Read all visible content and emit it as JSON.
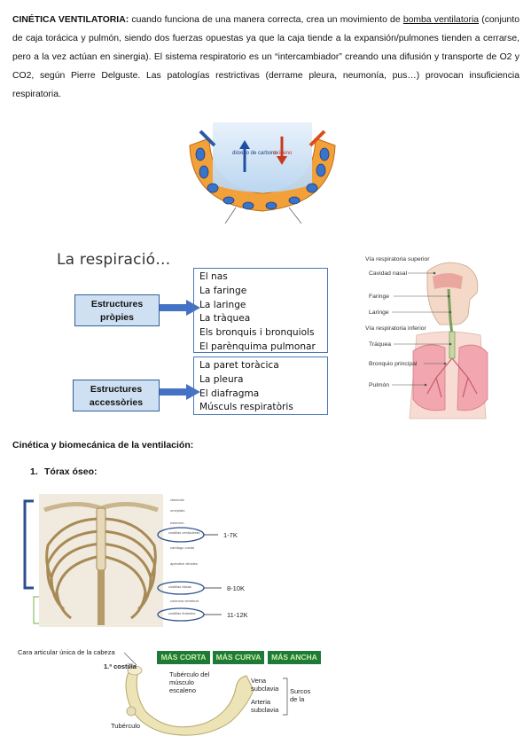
{
  "intro": {
    "lead": "CINÉTICA VENTILATORIA:",
    "text1": " cuando funciona de una manera correcta, crea un movimiento de ",
    "underlined": "bomba ventilatoria",
    "text2": " (conjunto de caja torácica y pulmón, siendo dos fuerzas opuestas ya que la caja tiende a la expansión/pulmones tienden a cerrarse, pero a la vez actúan en sinergia). El sistema respiratorio es un “intercambiador” creando una difusión y transporte de O2 y CO2, según Pierre Delguste. Las patologías restrictivas (derrame pleura, neumonía, pus…) provocan insuficiencia respiratoria."
  },
  "alveolus_figure": {
    "co2_label": "dióxido de carbono",
    "o2_label": "oxígeno"
  },
  "respiracio": {
    "title": "La respiració…",
    "own_label": "Estructures pròpies",
    "own_items": [
      "El nas",
      "La faringe",
      "La laringe",
      "La tràquea",
      "Els bronquis i bronquiols",
      "El parènquima pulmonar"
    ],
    "acc_label": "Estructures accessòries",
    "acc_items": [
      "La paret toràcica",
      "La pleura",
      "El diafragma",
      "Músculs respiratòris"
    ]
  },
  "airway_figure": {
    "upper": "Vía respiratoria superior",
    "nasal": "Cavidad nasal",
    "pharynx": "Faringe",
    "larynx": "Laringe",
    "lower": "Vía respiratoria inferior",
    "trachea": "Tráquea",
    "bronchus": "Bronquio principal",
    "lung": "Pulmón"
  },
  "section": {
    "heading": "Cinética y biomecánica de la ventilación:",
    "item_number": "1.",
    "item": "Tórax óseo:"
  },
  "ribcage": {
    "labels": [
      "clavícula",
      "omóplato",
      "esternón",
      "costillas verdaderas",
      "cartílago costal",
      "apéndice xifoides",
      "costillas falsas",
      "columna vertebral",
      "costillas flotantes"
    ],
    "annot_true": "1-7K",
    "annot_false": "8-10K",
    "annot_float": "11-12K"
  },
  "rib_figure": {
    "tags": [
      "MÁS CORTA",
      "MÁS CURVA",
      "MÁS ANCHA"
    ],
    "head": "Cara articular única de la cabeza",
    "first_rib": "1.ª costilla",
    "tubercle_muscle": "Tubérculo del músculo escaleno",
    "vein": "Vena subclavia",
    "artery": "Arteria subclavia",
    "grooves": "Surcos de la",
    "tubercle": "Tubérculo"
  },
  "colors": {
    "box_fill": "#cfe0f3",
    "box_border": "#2f5f9a",
    "arrow": "#4472c4",
    "tag_bg": "#1f7a3a",
    "tag_text": "#c9f1a2"
  }
}
